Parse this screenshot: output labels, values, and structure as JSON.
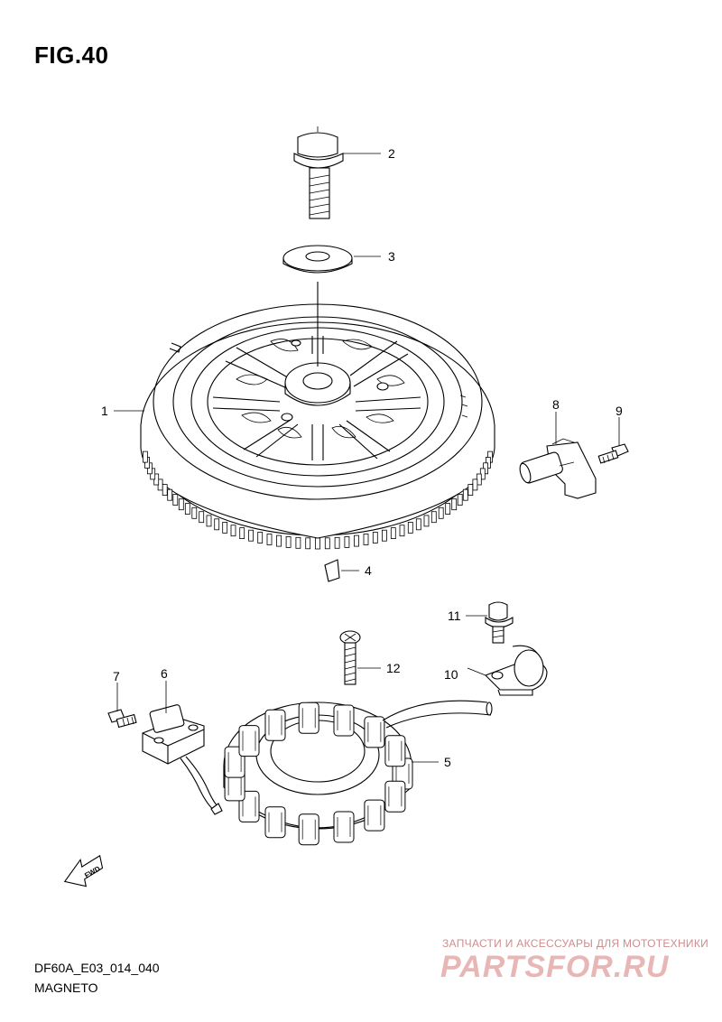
{
  "figure": {
    "title": "FIG.40",
    "code": "DF60A_E03_014_040",
    "name": "MAGNETO"
  },
  "parts": [
    {
      "ref": "1"
    },
    {
      "ref": "2"
    },
    {
      "ref": "3"
    },
    {
      "ref": "4"
    },
    {
      "ref": "5"
    },
    {
      "ref": "6"
    },
    {
      "ref": "7"
    },
    {
      "ref": "8"
    },
    {
      "ref": "9"
    },
    {
      "ref": "10"
    },
    {
      "ref": "11"
    },
    {
      "ref": "12"
    }
  ],
  "fwd_label": "FWD",
  "watermark": {
    "tagline": "ЗАПЧАСТИ И АКСЕССУАРЫ ДЛЯ МОТОТЕХНИКИ",
    "brand": "PARTSFOR.RU"
  },
  "colors": {
    "line": "#000000",
    "watermark": "#e9b6b6"
  }
}
